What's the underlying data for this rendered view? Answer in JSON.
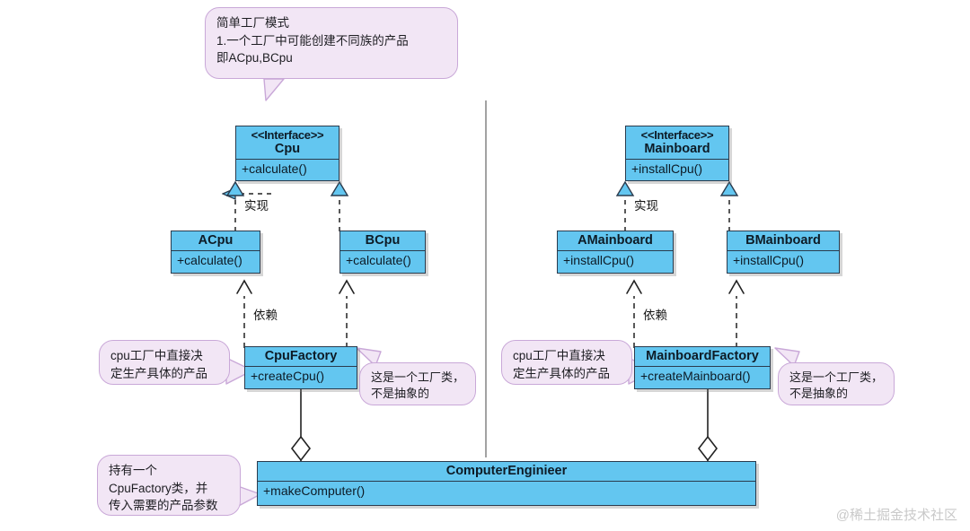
{
  "diagram": {
    "title": "Simple Factory Pattern UML Class Diagram",
    "colors": {
      "class_fill": "#63c6f0",
      "class_border": "#2a3b4d",
      "callout_fill": "#f2e6f5",
      "callout_border": "#c9a8d8",
      "divider": "#8a8a8a",
      "watermark": "#c9c9c9"
    },
    "watermark": "@稀土掘金技术社区"
  },
  "callouts": {
    "top_note": "简单工厂模式\n1.一个工厂中可能创建不同族的产品\n即ACpu,BCpu",
    "cpu_factory_left": "cpu工厂中直接决\n定生产具体的产品",
    "cpu_factory_right": "这是一个工厂类，\n不是抽象的",
    "mainboard_factory_left": "cpu工厂中直接决\n定生产具体的产品",
    "mainboard_factory_right": "这是一个工厂类，\n不是抽象的",
    "engineer_note": "持有一个\nCpuFactory类，并\n传入需要的产品参数"
  },
  "edge_labels": {
    "realize_left": "实现",
    "realize_right": "实现",
    "depend_left": "依赖",
    "depend_right": "依赖"
  },
  "classes": {
    "cpu": {
      "stereotype": "<<Interface>>",
      "name": "Cpu",
      "members": [
        "+calculate()"
      ]
    },
    "acpu": {
      "stereotype": "",
      "name": "ACpu",
      "members": [
        "+calculate()"
      ]
    },
    "bcpu": {
      "stereotype": "",
      "name": "BCpu",
      "members": [
        "+calculate()"
      ]
    },
    "cpu_factory": {
      "stereotype": "",
      "name": "CpuFactory",
      "members": [
        "+createCpu()"
      ]
    },
    "mainboard": {
      "stereotype": "<<Interface>>",
      "name": "Mainboard",
      "members": [
        "+installCpu()"
      ]
    },
    "amainboard": {
      "stereotype": "",
      "name": "AMainboard",
      "members": [
        "+installCpu()"
      ]
    },
    "bmainboard": {
      "stereotype": "",
      "name": "BMainboard",
      "members": [
        "+installCpu()"
      ]
    },
    "mainboard_factory": {
      "stereotype": "",
      "name": "MainboardFactory",
      "members": [
        "+createMainboard()"
      ]
    },
    "engineer": {
      "stereotype": "",
      "name": "ComputerEnginieer",
      "members": [
        "+makeComputer()"
      ]
    }
  }
}
